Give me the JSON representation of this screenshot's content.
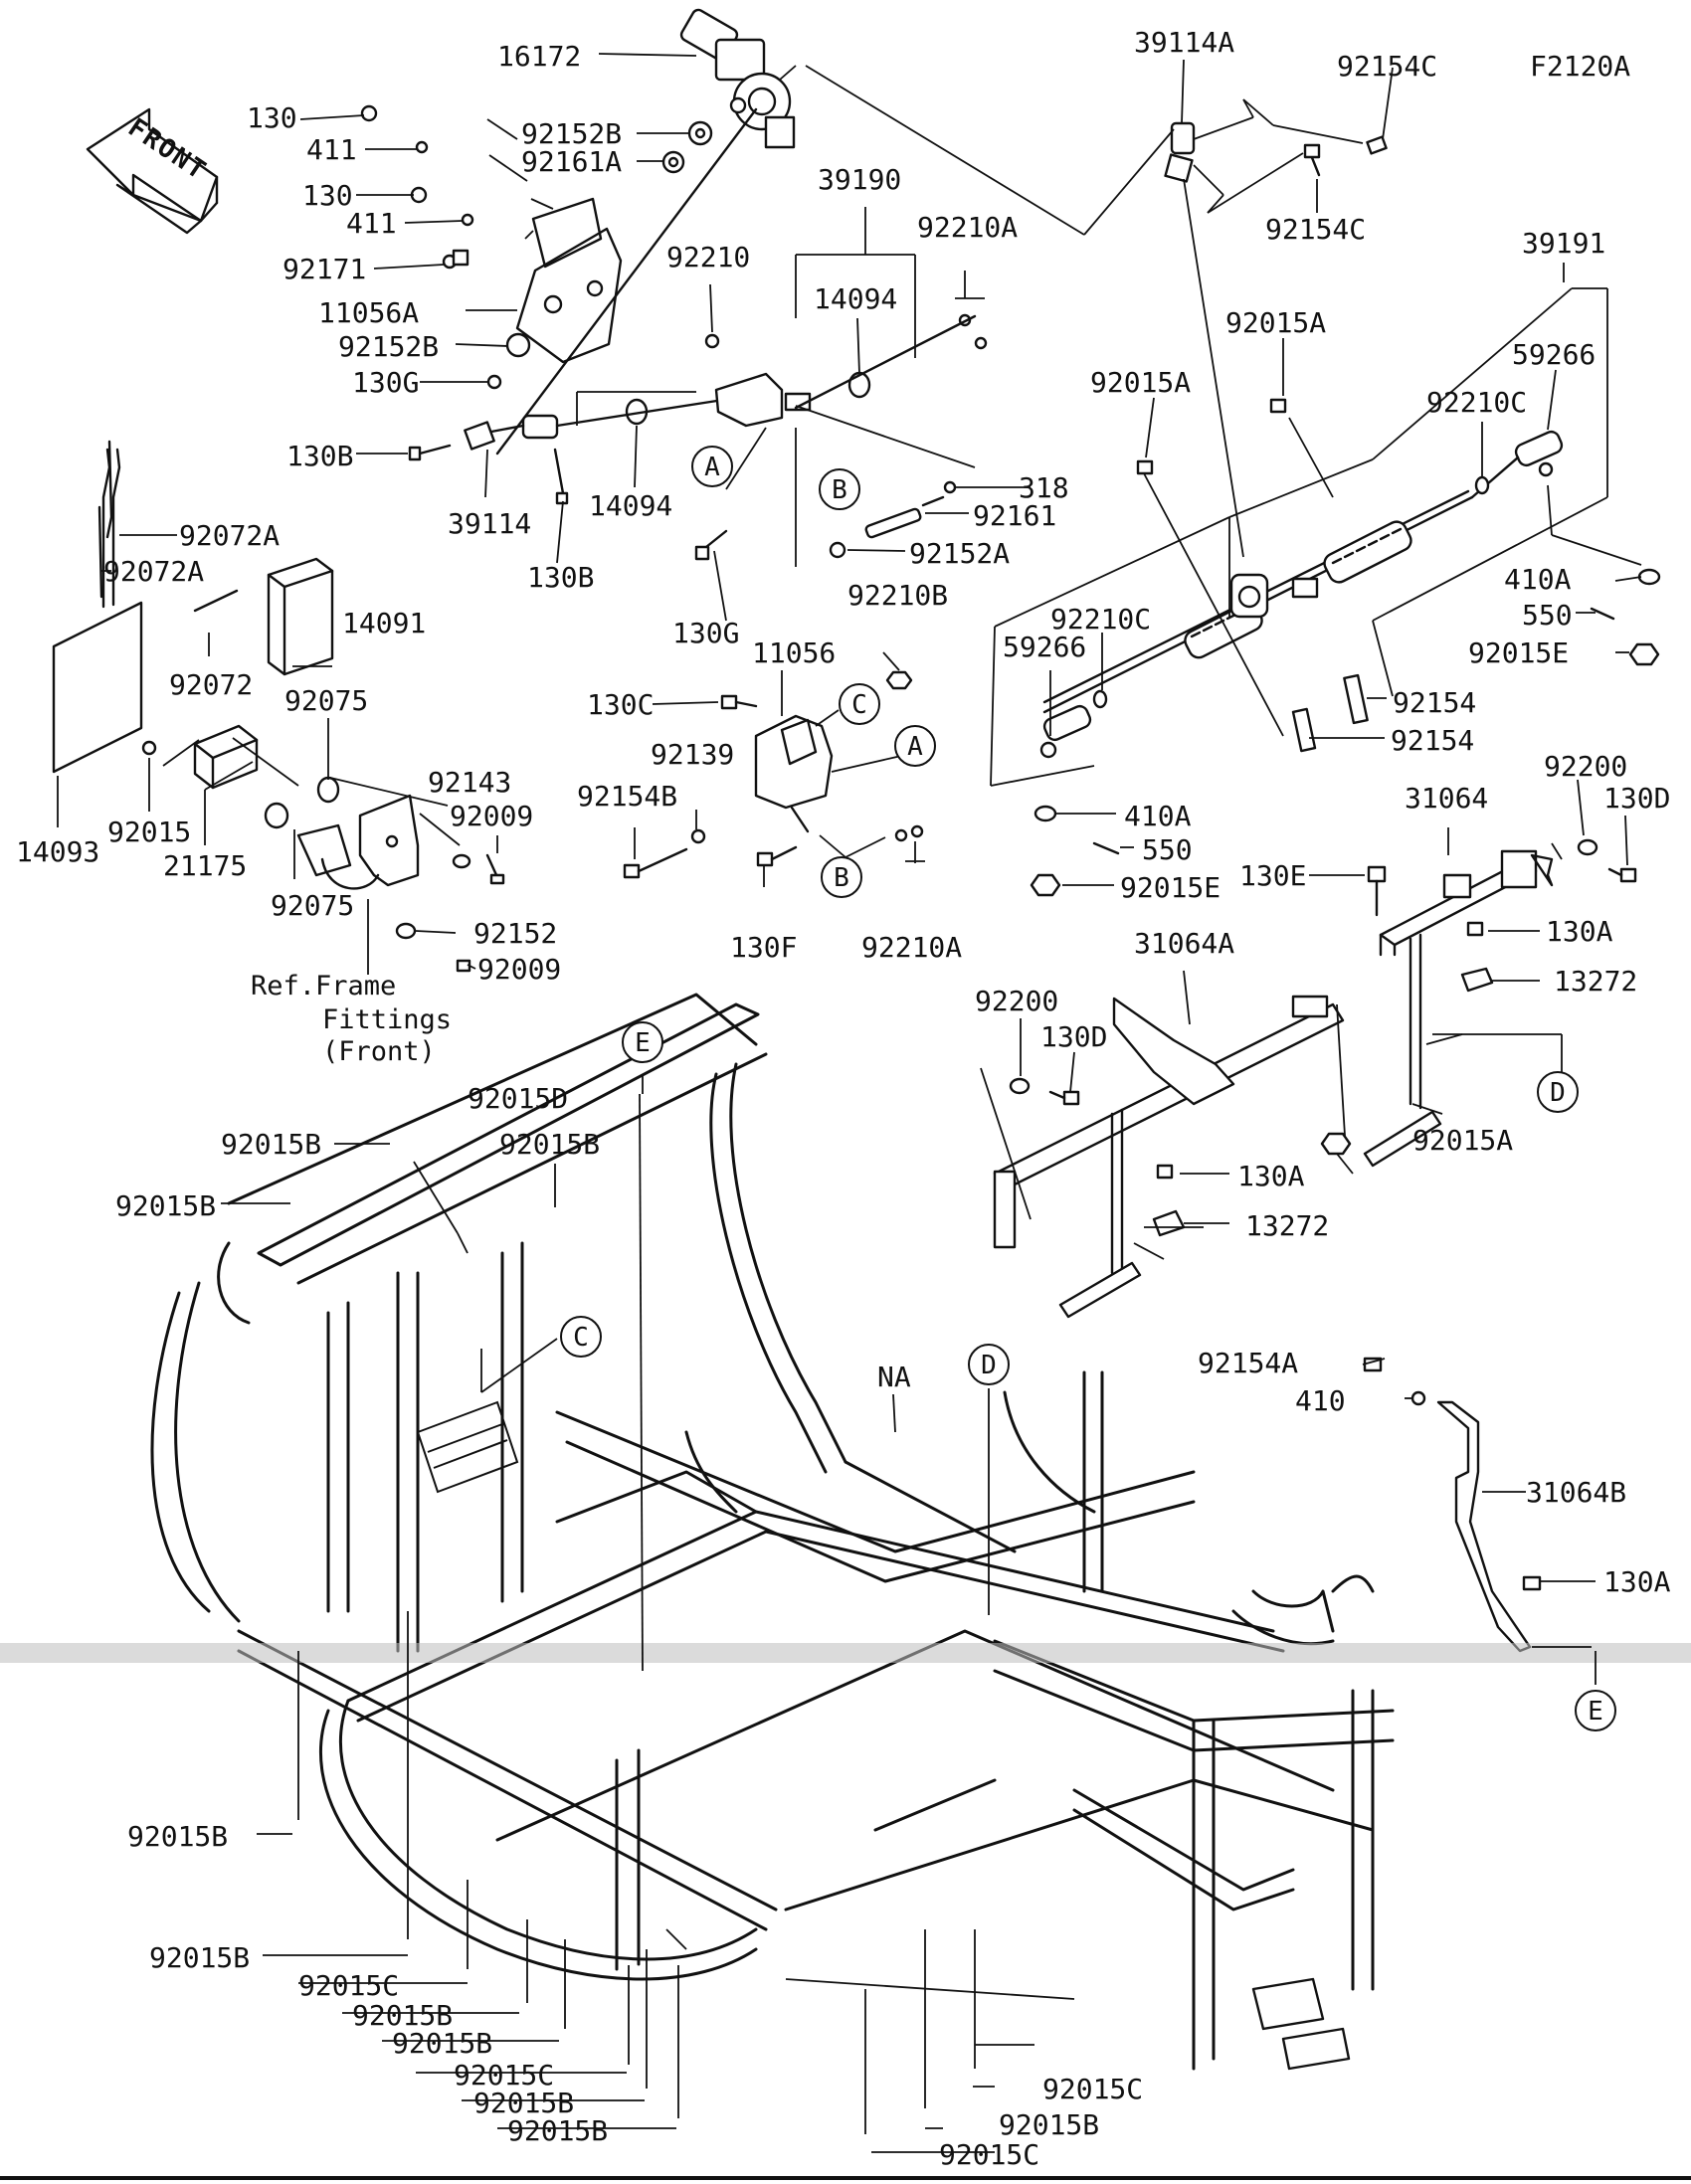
{
  "diagram_code": "F2120A",
  "front_label": "FRONT",
  "ref_note": [
    "Ref.Frame",
    "Fittings",
    "(Front)"
  ],
  "callouts": [
    "A",
    "B",
    "C",
    "D",
    "E"
  ],
  "labels": {
    "l16172": "16172",
    "l130_a": "130",
    "l411_a": "411",
    "l130_b": "130",
    "l411_b": "411",
    "l92152B_a": "92152B",
    "l92161A": "92161A",
    "l92171": "92171",
    "l11056A": "11056A",
    "l92152B_b": "92152B",
    "l130G_a": "130G",
    "l130B_a": "130B",
    "l39114": "39114",
    "l14094_a": "14094",
    "l130B_b": "130B",
    "l39190": "39190",
    "l92210": "92210",
    "l14094_b": "14094",
    "l92210A_a": "92210A",
    "l318": "318",
    "l92161": "92161",
    "l92152A": "92152A",
    "l130G_b": "130G",
    "l39114A": "39114A",
    "l92154C_a": "92154C",
    "l92154C_b": "92154C",
    "l39191": "39191",
    "l92015A_a": "92015A",
    "l92015A_b": "92015A",
    "l59266_a": "59266",
    "l92210C_a": "92210C",
    "l410A_a": "410A",
    "l550_a": "550",
    "l92015E_a": "92015E",
    "l92154_a": "92154",
    "l92154_b": "92154",
    "l92210C_b": "92210C",
    "l59266_b": "59266",
    "l410A_b": "410A",
    "l550_b": "550",
    "l92015E_b": "92015E",
    "l92072A_a": "92072A",
    "l92072A_b": "92072A",
    "l14091": "14091",
    "l92072": "92072",
    "l92075_a": "92075",
    "l14093": "14093",
    "l92015": "92015",
    "l21175": "21175",
    "l92075_b": "92075",
    "l92143": "92143",
    "l92009_a": "92009",
    "l92152": "92152",
    "l92009_b": "92009",
    "l92210B": "92210B",
    "l11056": "11056",
    "l130C": "130C",
    "l92139": "92139",
    "l92154B": "92154B",
    "l130F": "130F",
    "l92210A_b": "92210A",
    "l31064": "31064",
    "l92200_a": "92200",
    "l130D_a": "130D",
    "l130E": "130E",
    "l130A_a": "130A",
    "l13272_a": "13272",
    "l31064A": "31064A",
    "l92200_b": "92200",
    "l130D_b": "130D",
    "l92015A_c": "92015A",
    "l130A_b": "130A",
    "l13272_b": "13272",
    "l92015D": "92015D",
    "l92015B_a": "92015B",
    "l92015B_b": "92015B",
    "l92015B_c": "92015B",
    "lNA": "NA",
    "l92154A": "92154A",
    "l410": "410",
    "l31064B": "31064B",
    "l130A_c": "130A",
    "l92015B_d": "92015B",
    "l92015B_e": "92015B",
    "l92015C_a": "92015C",
    "l92015B_f": "92015B",
    "l92015B_g": "92015B",
    "l92015C_b": "92015C",
    "l92015B_h": "92015B",
    "l92015B_i": "92015B",
    "l92015C_c": "92015C",
    "l92015B_j": "92015B",
    "l92015C_d": "92015C"
  }
}
